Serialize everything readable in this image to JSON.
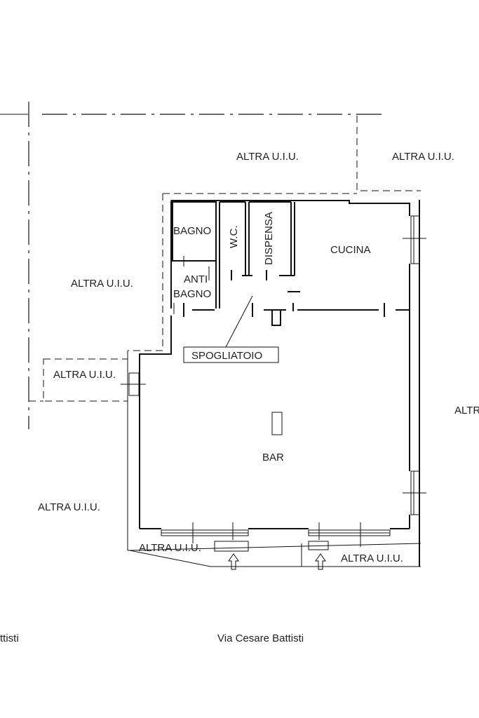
{
  "rooms": {
    "bagno": "BAGNO",
    "wc": "W.C.",
    "dispensa": "DISPENSA",
    "cucina": "CUCINA",
    "antibagno_line1": "ANTI",
    "antibagno_line2": "BAGNO",
    "spogliatoio": "SPOGLIATOIO",
    "bar": "BAR"
  },
  "neighbors": {
    "top_center": "ALTRA U.I.U.",
    "top_right": "ALTRA U.I.U.",
    "left_upper": "ALTRA U.I.U.",
    "left_small": "ALTRA U.I.U.",
    "right_cut": "ALTR",
    "left_lower": "ALTRA U.I.U.",
    "bottom_left": "ALTRA U.I.U.",
    "bottom_right": "ALTRA U.I.U."
  },
  "streets": {
    "left_cut": "ttisti",
    "main": "Via Cesare Battisti"
  }
}
